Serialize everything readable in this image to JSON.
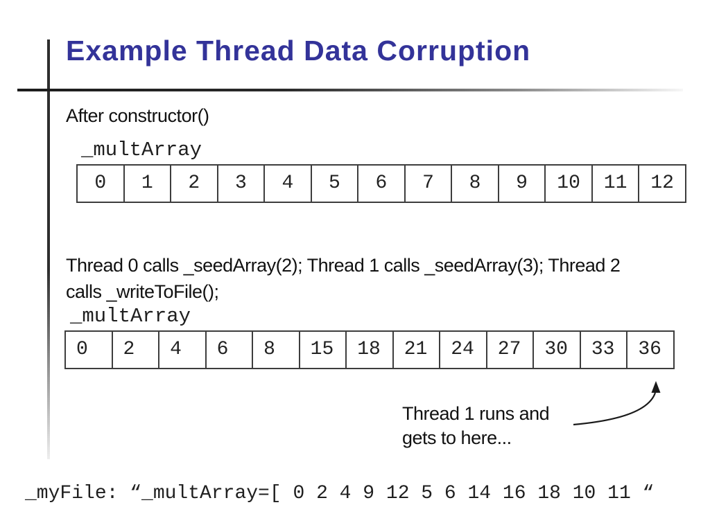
{
  "title": "Example Thread Data Corruption",
  "colors": {
    "title": "#333399",
    "text": "#111111",
    "table_border": "#3d3d3d"
  },
  "sections": {
    "after_constructor": {
      "heading": "After constructor()",
      "array_label": "_multArray",
      "cells": [
        "0",
        "1",
        "2",
        "3",
        "4",
        "5",
        "6",
        "7",
        "8",
        "9",
        "10",
        "11",
        "12"
      ]
    },
    "threads": {
      "lines": [
        "Thread 0 calls _seedArray(2); Thread 1 calls _seedArray(3); Thread 2",
        "calls _writeToFile();"
      ],
      "array_label": "_multArray",
      "cells": [
        "0",
        "2",
        "4",
        "6",
        "8",
        "15",
        "18",
        "21",
        "24",
        "27",
        "30",
        "33",
        "36"
      ]
    }
  },
  "caption": {
    "lines": [
      "Thread 1 runs and",
      "gets to here..."
    ]
  },
  "file_line": "_myFile: “_multArray=[ 0 2 4 9 12 5 6 14 16 18 10 11 “"
}
